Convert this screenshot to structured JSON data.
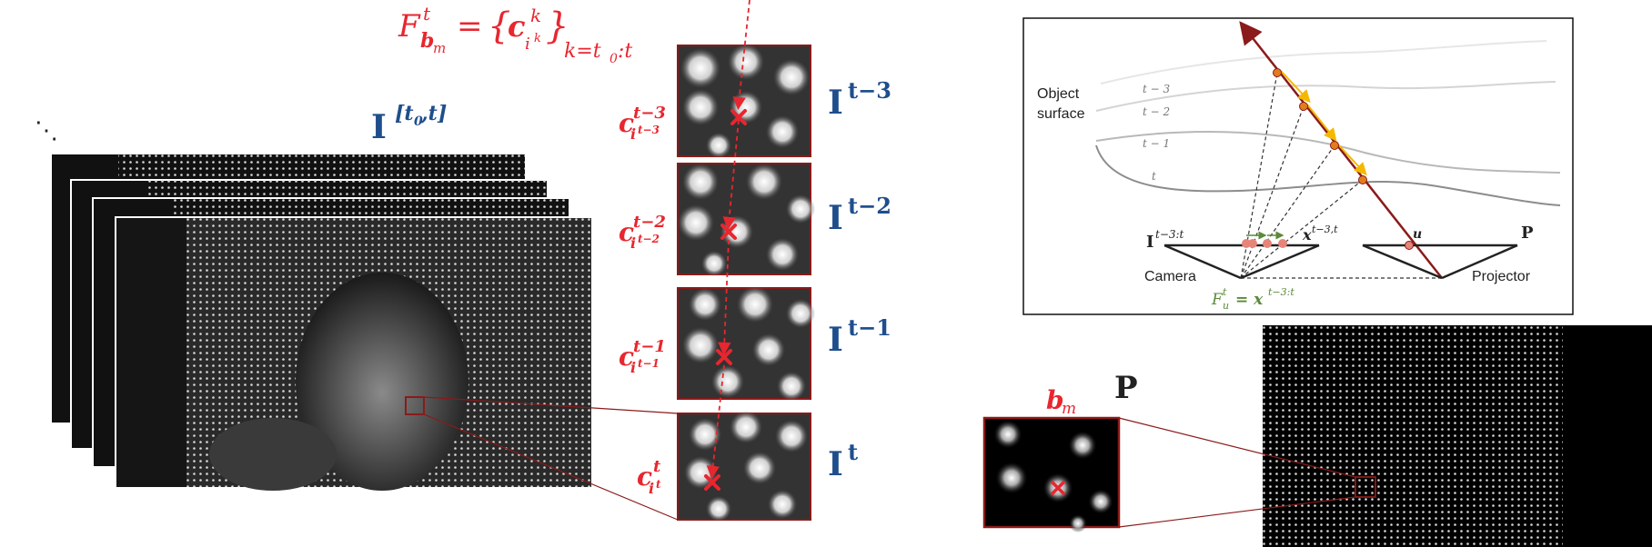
{
  "formula": {
    "F": "F",
    "t_sup": "t",
    "b_sub": "b",
    "m_sub": "m",
    "eq": "=",
    "brace_l": "{",
    "c": "c",
    "i": "i",
    "k": "k",
    "brace_r": "}",
    "range": "k=t",
    "range0": "0",
    "range_end": ":t"
  },
  "stack": {
    "dots": "⋱",
    "I": "I",
    "interval": "[t",
    "interval0": "0",
    "interval_end": ",t]"
  },
  "patches": [
    {
      "c_sup": "t−3",
      "c_sub_i": "i",
      "c_sub_sup": "t−3",
      "I_sup": "t−3"
    },
    {
      "c_sup": "t−2",
      "c_sub_i": "i",
      "c_sub_sup": "t−2",
      "I_sup": "t−2"
    },
    {
      "c_sup": "t−1",
      "c_sub_i": "i",
      "c_sub_sup": "t−1",
      "I_sup": "t−1"
    },
    {
      "c_sup": "t",
      "c_sub_i": "i",
      "c_sub_sup": "t",
      "I_sup": "t"
    }
  ],
  "patch_symbols": {
    "c": "c",
    "I": "I"
  },
  "geometry_diagram": {
    "object_surface_line1": "Object",
    "object_surface_line2": "surface",
    "curve_labels": [
      "t − 3",
      "t − 2",
      "t − 1",
      "t"
    ],
    "camera_label": "Camera",
    "projector_label": "Projector",
    "camera_image_label": "I",
    "camera_image_sup": "t−3:t",
    "x_label": "x",
    "x_sup": "t−3,t",
    "u_label": "u",
    "P_label": "P",
    "F_label": "F",
    "F_sup": "t",
    "F_sub": "u",
    "F_eq": "= x",
    "F_eq_sup": "t−3:t"
  },
  "pattern": {
    "P_label": "P",
    "b_label": "b",
    "b_sub": "m"
  },
  "colors": {
    "red": "#e8262f",
    "dark_red": "#8b1a1a",
    "blue": "#1f4e8c",
    "yellow": "#f5b800",
    "green": "#5a8a3a"
  }
}
